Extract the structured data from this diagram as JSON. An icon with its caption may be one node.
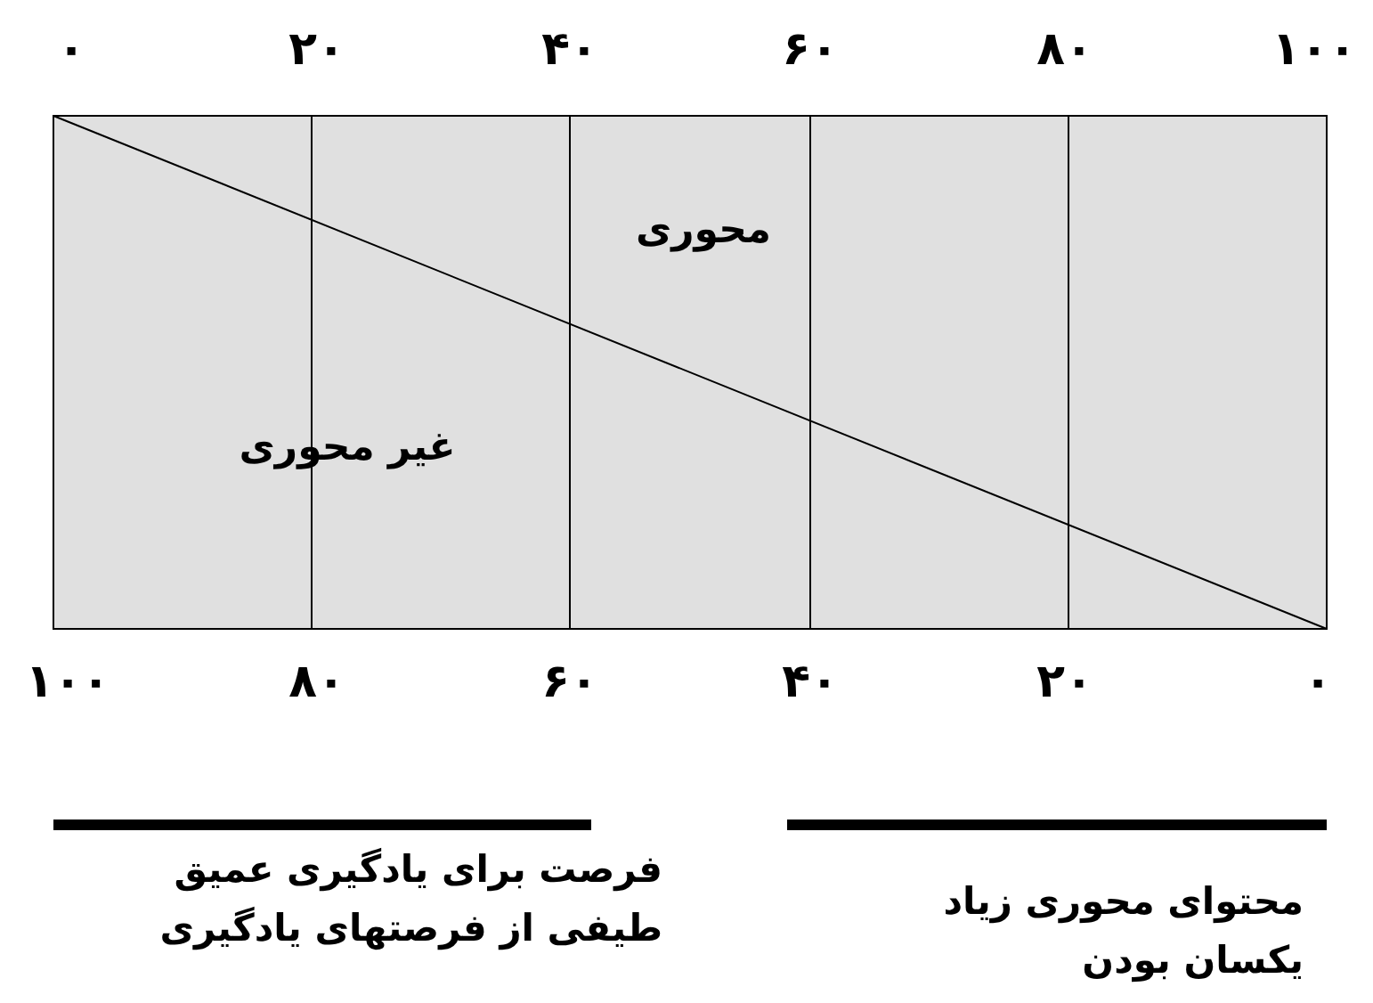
{
  "diagram": {
    "labels": [
      "۰",
      "۲۰",
      "۴۰",
      "۶۰",
      "۸۰",
      "۱۰۰",
      "محوری",
      "غیر محوری",
      "۱۰۰",
      "۸۰",
      "۶۰",
      "۴۰",
      "۲۰",
      "۰",
      "فرصت برای یادگیری عمیق",
      "طیفی از فرصتهای یادگیری",
      "محتوای محوری زیاد",
      "یکسان بودن"
    ]
  }
}
